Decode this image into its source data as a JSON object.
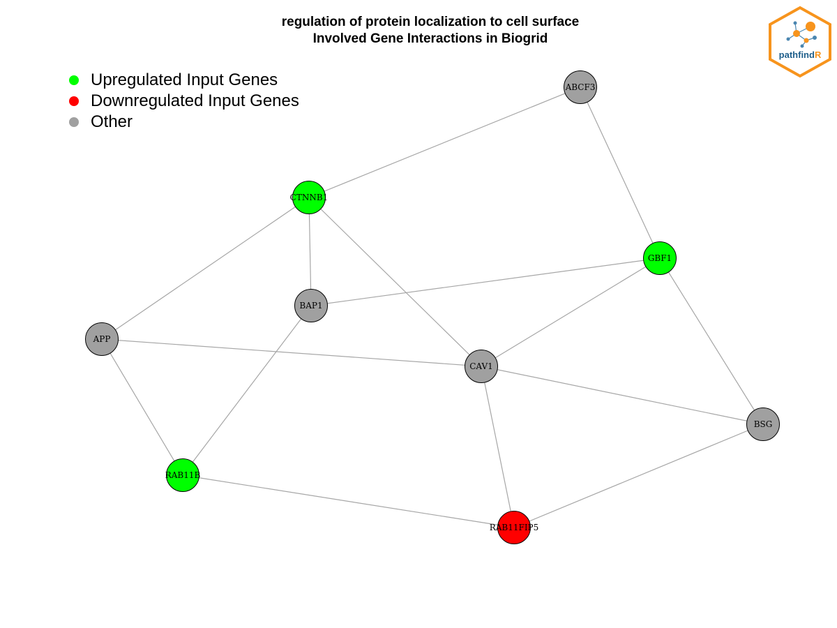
{
  "title": {
    "line1": "regulation of protein localization to cell surface",
    "line2": "Involved Gene Interactions in Biogrid"
  },
  "legend": [
    {
      "label": "Upregulated Input Genes",
      "color": "#00ff00"
    },
    {
      "label": "Downregulated Input Genes",
      "color": "#ff0000"
    },
    {
      "label": "Other",
      "color": "#a0a0a0"
    }
  ],
  "logo": {
    "text_main": "pathfind",
    "text_accent": "R",
    "border_color": "#f7941d",
    "text_color": "#1f5f8b"
  },
  "colors": {
    "up": "#00ff00",
    "down": "#ff0000",
    "other": "#a0a0a0",
    "edge": "#a6a6a6"
  },
  "nodes": [
    {
      "id": "ABCF3",
      "status": "other"
    },
    {
      "id": "CTNNB1",
      "status": "up"
    },
    {
      "id": "GBF1",
      "status": "up"
    },
    {
      "id": "BAP1",
      "status": "other"
    },
    {
      "id": "APP",
      "status": "other"
    },
    {
      "id": "CAV1",
      "status": "other"
    },
    {
      "id": "BSG",
      "status": "other"
    },
    {
      "id": "RAB11B",
      "status": "up"
    },
    {
      "id": "RAB11FIP5",
      "status": "down"
    }
  ],
  "edges": [
    [
      "ABCF3",
      "CTNNB1"
    ],
    [
      "ABCF3",
      "GBF1"
    ],
    [
      "CTNNB1",
      "BAP1"
    ],
    [
      "CTNNB1",
      "APP"
    ],
    [
      "CTNNB1",
      "CAV1"
    ],
    [
      "GBF1",
      "BAP1"
    ],
    [
      "GBF1",
      "CAV1"
    ],
    [
      "GBF1",
      "BSG"
    ],
    [
      "BAP1",
      "RAB11B"
    ],
    [
      "APP",
      "CAV1"
    ],
    [
      "APP",
      "RAB11B"
    ],
    [
      "CAV1",
      "BSG"
    ],
    [
      "CAV1",
      "RAB11FIP5"
    ],
    [
      "BSG",
      "RAB11FIP5"
    ],
    [
      "RAB11B",
      "RAB11FIP5"
    ]
  ]
}
